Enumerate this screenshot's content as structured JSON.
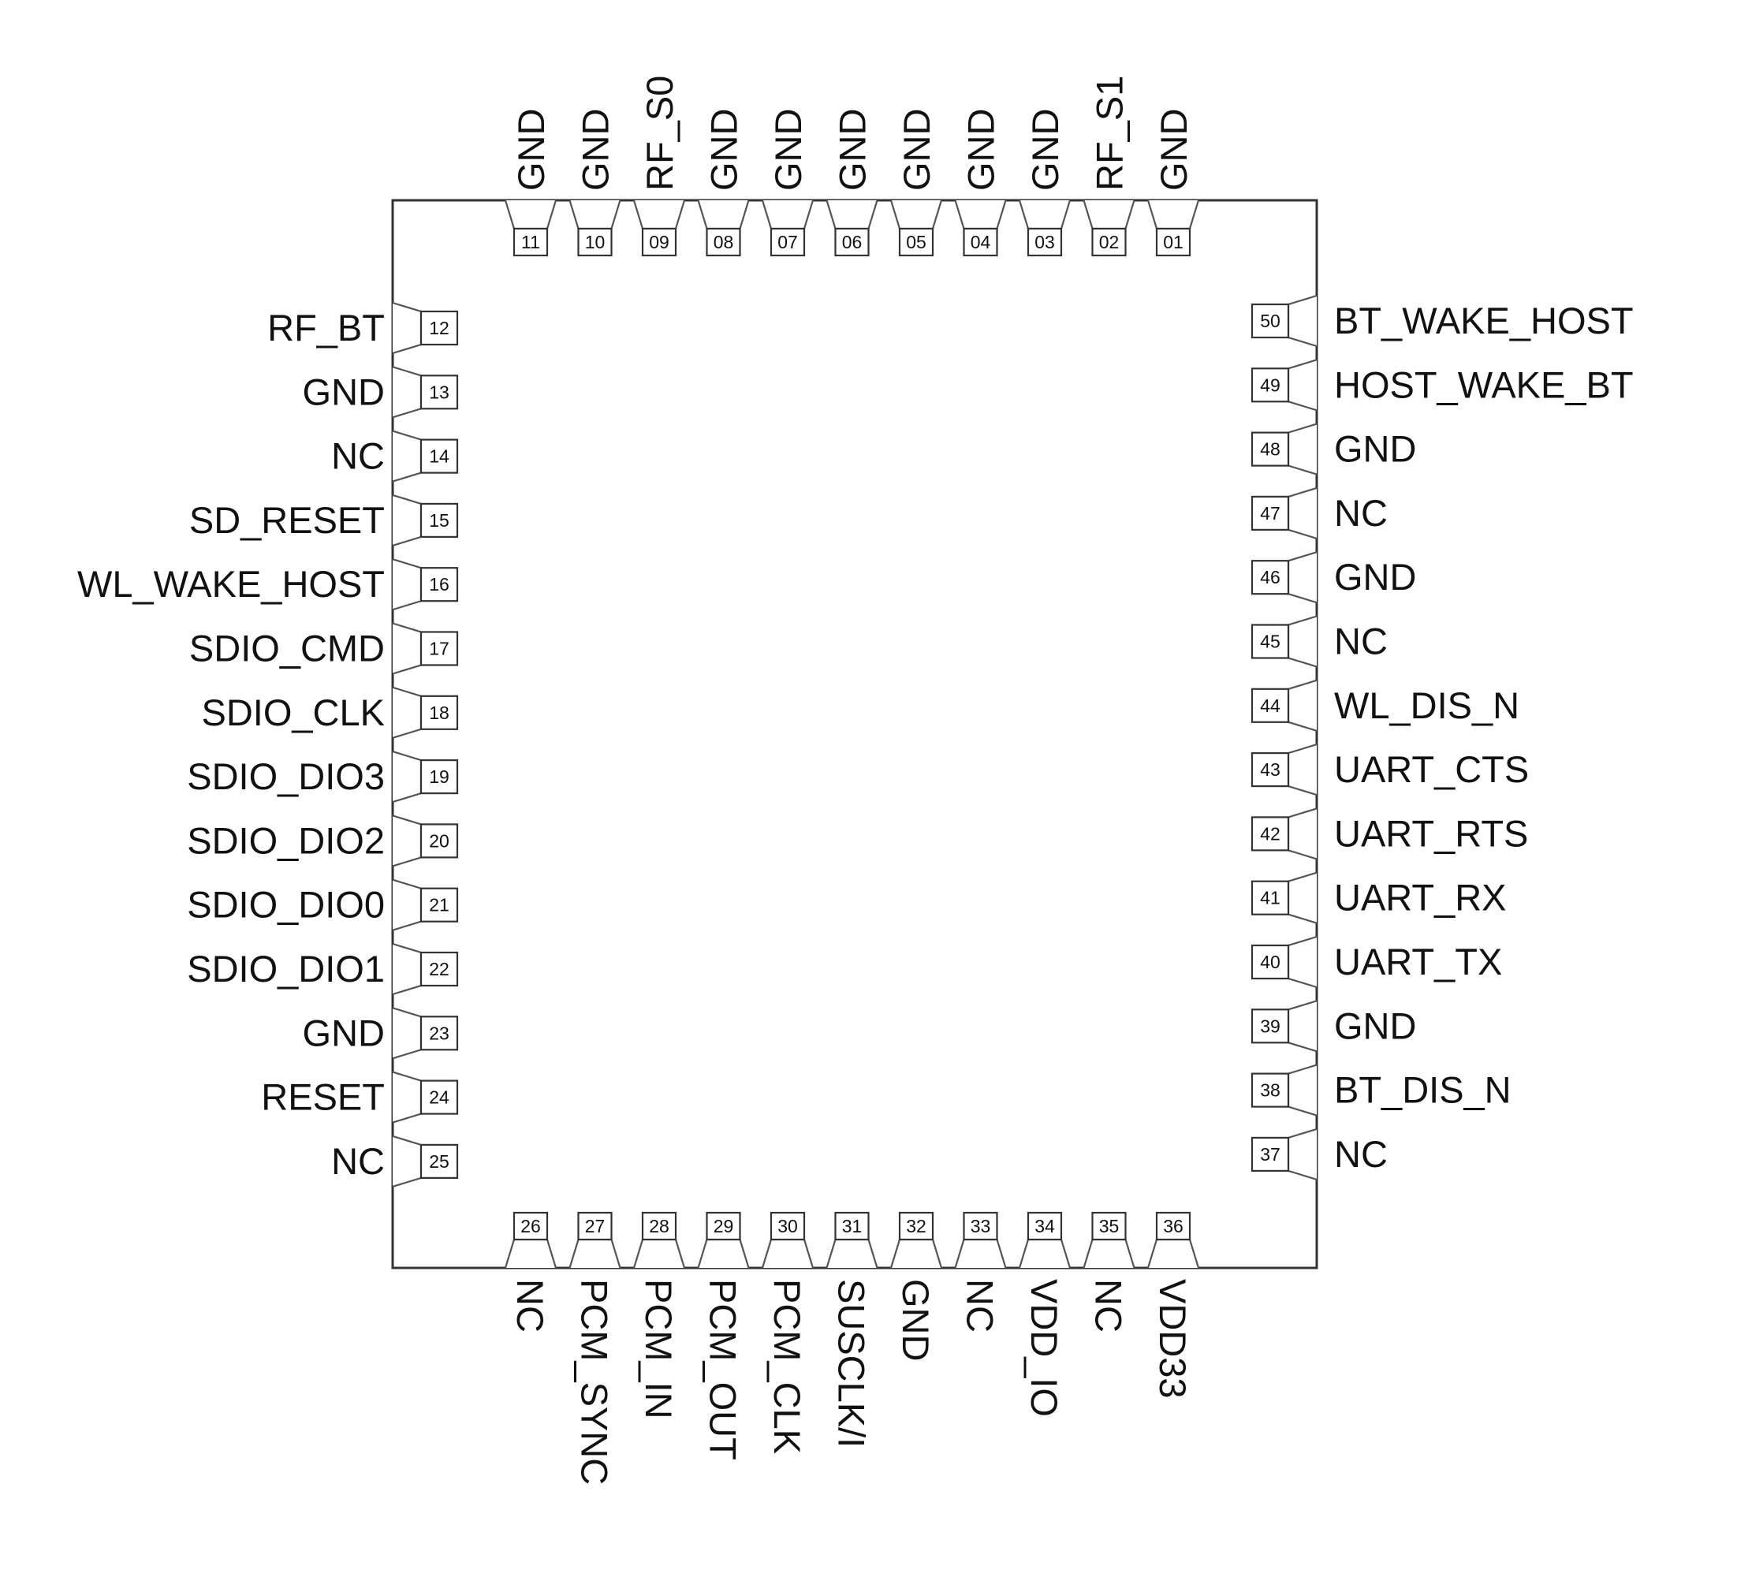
{
  "pins": {
    "top": [
      {
        "num": "11",
        "label": "GND"
      },
      {
        "num": "10",
        "label": "GND"
      },
      {
        "num": "09",
        "label": "RF_S0"
      },
      {
        "num": "08",
        "label": "GND"
      },
      {
        "num": "07",
        "label": "GND"
      },
      {
        "num": "06",
        "label": "GND"
      },
      {
        "num": "05",
        "label": "GND"
      },
      {
        "num": "04",
        "label": "GND"
      },
      {
        "num": "03",
        "label": "GND"
      },
      {
        "num": "02",
        "label": "RF_S1"
      },
      {
        "num": "01",
        "label": "GND"
      }
    ],
    "left": [
      {
        "num": "12",
        "label": "RF_BT"
      },
      {
        "num": "13",
        "label": "GND"
      },
      {
        "num": "14",
        "label": "NC"
      },
      {
        "num": "15",
        "label": "SD_RESET"
      },
      {
        "num": "16",
        "label": "WL_WAKE_HOST"
      },
      {
        "num": "17",
        "label": "SDIO_CMD"
      },
      {
        "num": "18",
        "label": "SDIO_CLK"
      },
      {
        "num": "19",
        "label": "SDIO_DIO3"
      },
      {
        "num": "20",
        "label": "SDIO_DIO2"
      },
      {
        "num": "21",
        "label": "SDIO_DIO0"
      },
      {
        "num": "22",
        "label": "SDIO_DIO1"
      },
      {
        "num": "23",
        "label": "GND"
      },
      {
        "num": "24",
        "label": "RESET"
      },
      {
        "num": "25",
        "label": "NC"
      }
    ],
    "bottom": [
      {
        "num": "26",
        "label": "NC"
      },
      {
        "num": "27",
        "label": "PCM_SYNC"
      },
      {
        "num": "28",
        "label": "PCM_IN"
      },
      {
        "num": "29",
        "label": "PCM_OUT"
      },
      {
        "num": "30",
        "label": "PCM_CLK"
      },
      {
        "num": "31",
        "label": "SUSCLK/I"
      },
      {
        "num": "32",
        "label": "GND"
      },
      {
        "num": "33",
        "label": "NC"
      },
      {
        "num": "34",
        "label": "VDD_IO"
      },
      {
        "num": "35",
        "label": "NC"
      },
      {
        "num": "36",
        "label": "VDD33"
      }
    ],
    "right": [
      {
        "num": "50",
        "label": "BT_WAKE_HOST"
      },
      {
        "num": "49",
        "label": "HOST_WAKE_BT"
      },
      {
        "num": "48",
        "label": "GND"
      },
      {
        "num": "47",
        "label": "NC"
      },
      {
        "num": "46",
        "label": "GND"
      },
      {
        "num": "45",
        "label": "NC"
      },
      {
        "num": "44",
        "label": "WL_DIS_N"
      },
      {
        "num": "43",
        "label": "UART_CTS"
      },
      {
        "num": "42",
        "label": "UART_RTS"
      },
      {
        "num": "41",
        "label": "UART_RX"
      },
      {
        "num": "40",
        "label": "UART_TX"
      },
      {
        "num": "39",
        "label": "GND"
      },
      {
        "num": "38",
        "label": "BT_DIS_N"
      },
      {
        "num": "37",
        "label": "NC"
      }
    ]
  }
}
